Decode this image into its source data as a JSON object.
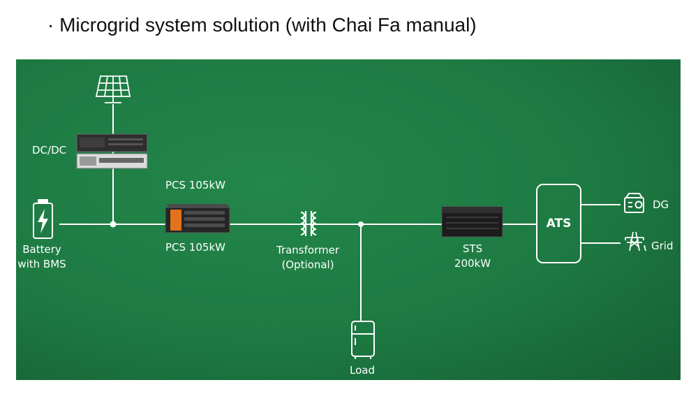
{
  "title": "· Microgrid system solution (with Chai Fa manual)",
  "colors": {
    "panel": "#1d7a42",
    "line": "#ffffff",
    "device": "#2a2a2a",
    "accent": "#e2731c"
  },
  "nodes": {
    "dcdc": "DC/DC",
    "battery": [
      "Battery",
      "with BMS"
    ],
    "pcs_top": "PCS 105kW",
    "pcs_bottom": "PCS 105kW",
    "transformer": [
      "Transformer",
      "(Optional)"
    ],
    "sts": [
      "STS",
      "200kW"
    ],
    "ats": "ATS",
    "dg": "DG",
    "grid": "Grid",
    "load": "Load"
  },
  "icons": [
    "solar-panel-icon",
    "battery-icon",
    "transformer-icon",
    "fridge-icon",
    "generator-icon",
    "power-tower-icon"
  ]
}
